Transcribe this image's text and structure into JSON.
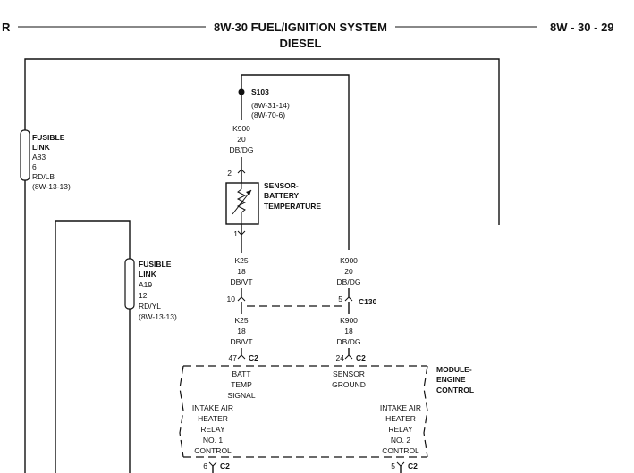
{
  "header": {
    "left_fragment": "R",
    "title": "8W-30 FUEL/IGNITION SYSTEM",
    "subtitle": "DIESEL",
    "page_ref": "8W - 30 - 29"
  },
  "fusible_link_a83": {
    "line1": "FUSIBLE",
    "line2": "LINK",
    "id": "A83",
    "gauge": "6",
    "color": "RD/LB",
    "ref": "(8W-13-13)"
  },
  "fusible_link_a19": {
    "line1": "FUSIBLE",
    "line2": "LINK",
    "id": "A19",
    "gauge": "12",
    "color": "RD/YL",
    "ref": "(8W-13-13)"
  },
  "splice": {
    "id": "S103",
    "ref1": "(8W-31-14)",
    "ref2": "(8W-70-6)"
  },
  "wire_k900_top": {
    "circuit": "K900",
    "gauge": "20",
    "color": "DB/DG"
  },
  "sensor": {
    "pin_top": "2",
    "pin_bottom": "1",
    "line1": "SENSOR-",
    "line2": "BATTERY",
    "line3": "TEMPERATURE"
  },
  "wire_k25_upper": {
    "circuit": "K25",
    "gauge": "18",
    "color": "DB/VT"
  },
  "wire_k900_upper": {
    "circuit": "K900",
    "gauge": "20",
    "color": "DB/DG"
  },
  "connector_c130": {
    "id": "C130",
    "pin_left": "10",
    "pin_right": "5"
  },
  "wire_k25_lower": {
    "circuit": "K25",
    "gauge": "18",
    "color": "DB/VT"
  },
  "wire_k900_lower": {
    "circuit": "K900",
    "gauge": "18",
    "color": "DB/DG"
  },
  "connector_c2_top": {
    "id": "C2",
    "pin_left": "47",
    "pin_right": "24"
  },
  "module": {
    "line1": "MODULE-",
    "line2": "ENGINE",
    "line3": "CONTROL",
    "pin_batt_temp": {
      "line1": "BATT",
      "line2": "TEMP",
      "line3": "SIGNAL"
    },
    "pin_sensor_ground": {
      "line1": "SENSOR",
      "line2": "GROUND"
    },
    "relay_control_1": {
      "line1": "INTAKE AIR",
      "line2": "HEATER",
      "line3": "RELAY",
      "line4": "NO. 1",
      "line5": "CONTROL"
    },
    "relay_control_2": {
      "line1": "INTAKE AIR",
      "line2": "HEATER",
      "line3": "RELAY",
      "line4": "NO. 2",
      "line5": "CONTROL"
    }
  },
  "connector_c2_bottom": {
    "id": "C2",
    "pin_left": "6",
    "pin_right": "5"
  }
}
